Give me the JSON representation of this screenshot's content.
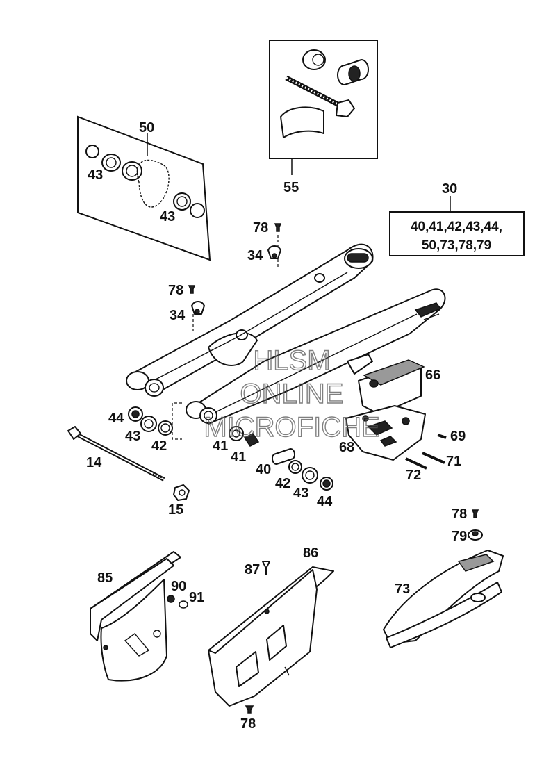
{
  "labels": {
    "l50": "50",
    "l43a": "43",
    "l43b": "43",
    "l55": "55",
    "l30": "30",
    "l78a": "78",
    "l34a": "34",
    "l78b": "78",
    "l34b": "34",
    "l66": "66",
    "l44a": "44",
    "l43c": "43",
    "l42a": "42",
    "l41a": "41",
    "l41b": "41",
    "l69": "69",
    "l68": "68",
    "l14": "14",
    "l40": "40",
    "l71": "71",
    "l72": "72",
    "l42b": "42",
    "l43d": "43",
    "l44b": "44",
    "l15": "15",
    "l78c": "78",
    "l79": "79",
    "l85": "85",
    "l86": "86",
    "l87": "87",
    "l90": "90",
    "l91": "91",
    "l73": "73",
    "l78d": "78"
  },
  "kit_box": {
    "line1": "40,41,42,43,44,",
    "line2": "50,73,78,79"
  },
  "watermark": {
    "line1": "HLSM",
    "line2": "ONLINE",
    "line3": "MICROFICHE"
  }
}
